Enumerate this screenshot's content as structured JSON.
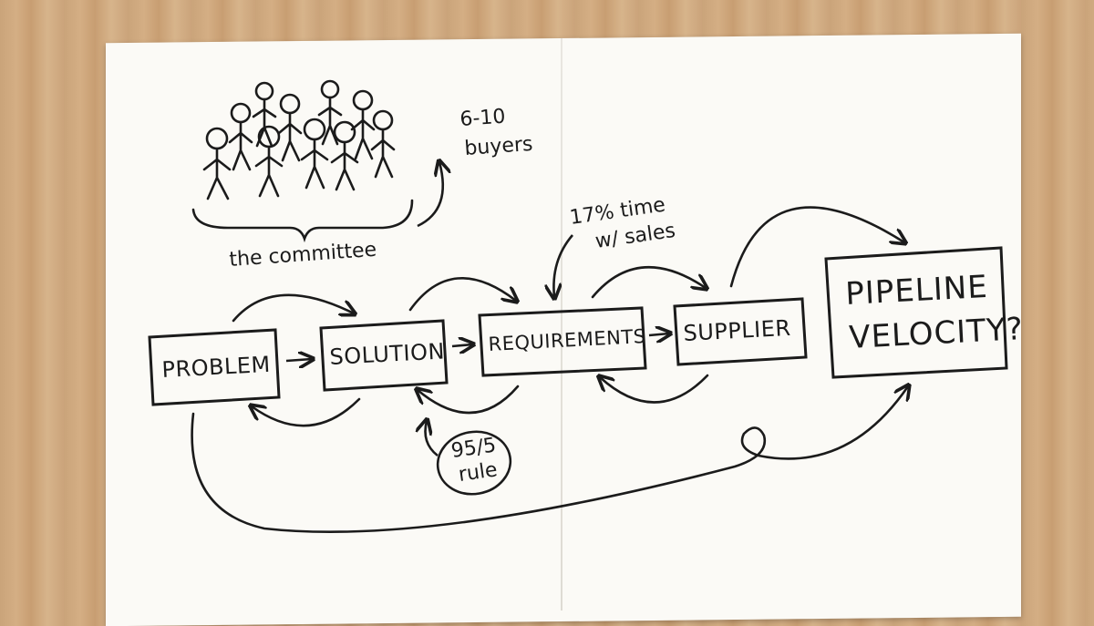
{
  "diagram": {
    "stages": [
      {
        "label": "PROBLEM"
      },
      {
        "label": "SOLUTION"
      },
      {
        "label": "REQUIREMENTS"
      },
      {
        "label": "SUPPLIER"
      }
    ],
    "goal": {
      "line1": "PIPELINE",
      "line2": "VELOCITY?"
    },
    "committee": {
      "label": "the committee",
      "count_line1": "6-10",
      "count_line2": "buyers"
    },
    "annotations": {
      "time_line1": "17% time",
      "time_line2": "w/ sales",
      "rule_line1": "95/5",
      "rule_line2": "rule"
    }
  },
  "colors": {
    "ink": "#1b1b1b",
    "paper": "#fbfaf6",
    "wood": "#d0a87c"
  }
}
